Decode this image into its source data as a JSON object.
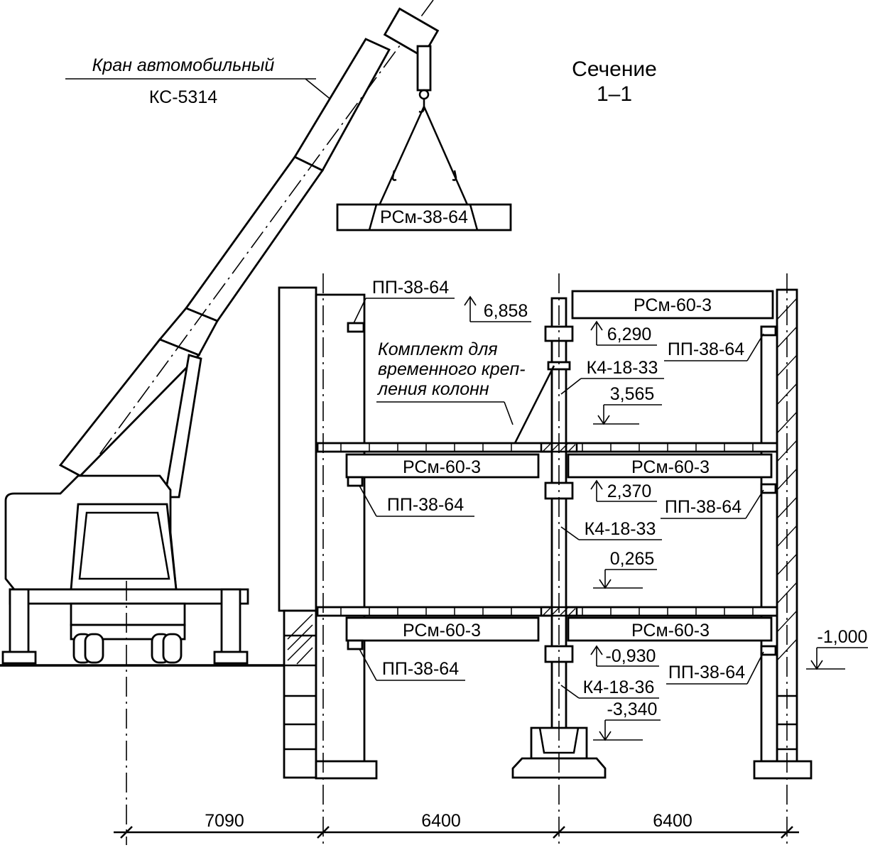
{
  "title": {
    "section_line1": "Сечение",
    "section_line2": "1–1"
  },
  "crane": {
    "name_line1": "Кран автомобильный",
    "name_line2": "КС-5314"
  },
  "lifted_element": "РСм-38-64",
  "column_bracing_note": [
    "Комплект для",
    "временного креп-",
    "ления колонн"
  ],
  "elements": {
    "ridge_top_left": "ПП-38-64",
    "slab_top_right": "РСм-60-3",
    "slab_mid_left": "РСм-60-3",
    "slab_mid_right": "РСм-60-3",
    "slab_low_left": "РСм-60-3",
    "slab_low_right": "РСм-60-3",
    "panel_right_top": "ПП-38-64",
    "panel_left_mid": "ПП-38-64",
    "panel_right_mid": "ПП-38-64",
    "panel_left_low": "ПП-38-64",
    "panel_right_low": "ПП-38-64",
    "column_top": "К4-18-33",
    "column_mid": "К4-18-33",
    "column_low": "К4-18-36"
  },
  "elevations": {
    "e1": "6,858",
    "e2": "6,290",
    "e3": "3,565",
    "e4": "2,370",
    "e5": "0,265",
    "e6": "-0,930",
    "e7": "-1,000",
    "e8": "-3,340"
  },
  "dimensions": [
    "7090",
    "6400",
    "6400"
  ]
}
